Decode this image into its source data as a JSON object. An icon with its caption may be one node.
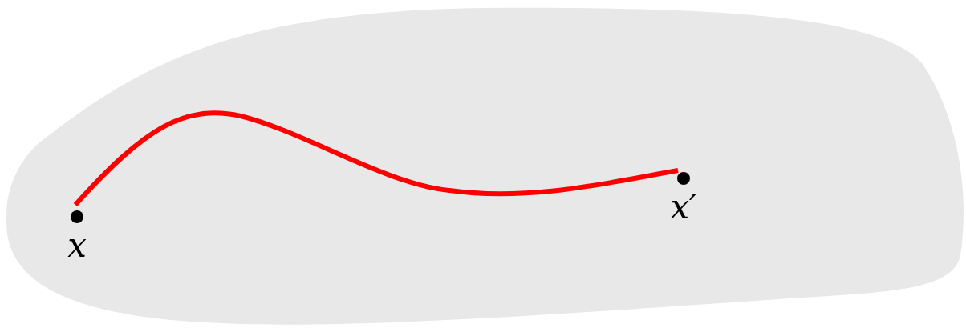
{
  "diagram": {
    "nodes": [
      {
        "text": [
          "x"
        ]
      },
      {
        "text": [
          "x′"
        ]
      }
    ],
    "edges": [
      {
        "from": 0,
        "to": 1,
        "arrow": "none"
      }
    ]
  }
}
